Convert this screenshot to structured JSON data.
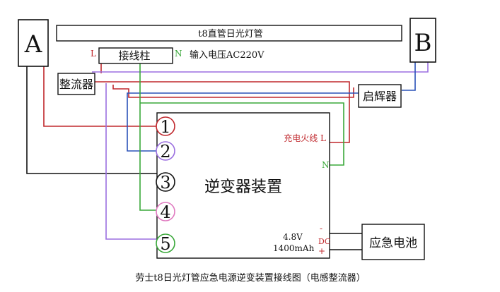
{
  "tube_label": "t8直管日光灯管",
  "end_a": "A",
  "end_b": "B",
  "terminal_block": "接线柱",
  "l_mark": "L",
  "n_mark": "N",
  "input_voltage": "输入电压AC220V",
  "rectifier": "整流器",
  "starter": "启辉器",
  "inverter": "逆变器装置",
  "charge_live": "充电火线 L",
  "charge_neutral": "N",
  "ports": [
    "1",
    "2",
    "3",
    "4",
    "5"
  ],
  "battery_spec_voltage": "4.8V",
  "battery_spec_capacity": "1400mAh",
  "dc_minus": "-",
  "dc_label": "DC",
  "dc_plus": "+",
  "battery": "应急电池",
  "caption": "劳士t8日光灯管应急电源逆变装置接线图（电感整流器）",
  "colors": {
    "red": "#c0282d",
    "green": "#3aa83a",
    "blue": "#2a52b8",
    "purple": "#9b6fe0",
    "black": "#111111"
  }
}
